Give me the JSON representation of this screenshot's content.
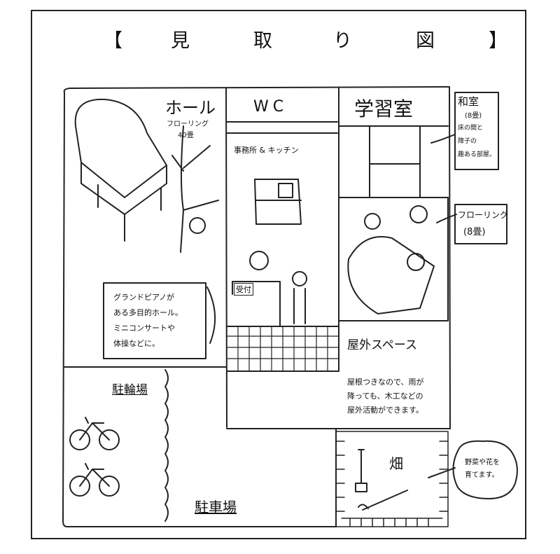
{
  "title": {
    "open_bracket": "【",
    "chars": [
      "見",
      "取",
      "り",
      "図"
    ],
    "close_bracket": "】"
  },
  "rooms": {
    "hall": {
      "name": "ホール",
      "floor": "フローリング",
      "size": "40畳"
    },
    "wc": {
      "name": "WC"
    },
    "study": {
      "name": "学習室"
    },
    "washitsu": {
      "name": "和室",
      "size": "(8畳)",
      "note_lines": [
        "床の間と",
        "障子の",
        "趣ある部屋。"
      ]
    },
    "flooring_room": {
      "name": "フローリング",
      "size": "(8畳)"
    },
    "office": {
      "name": "事務所 & キッチン"
    },
    "reception": {
      "name": "受付"
    },
    "outdoor": {
      "name": "屋外スペース",
      "note_lines": [
        "屋根つきなので、雨が",
        "降っても、木工などの",
        "屋外活動ができます。"
      ]
    },
    "hall_note": {
      "lines": [
        "グランドピアノが",
        "ある多目的ホール。",
        "ミニコンサートや",
        "体操などに。"
      ]
    },
    "bike_parking": {
      "name": "駐輪場"
    },
    "car_parking": {
      "name": "駐車場"
    },
    "field": {
      "name": "畑",
      "note_lines": [
        "野菜や花を",
        "育てます。"
      ]
    }
  }
}
